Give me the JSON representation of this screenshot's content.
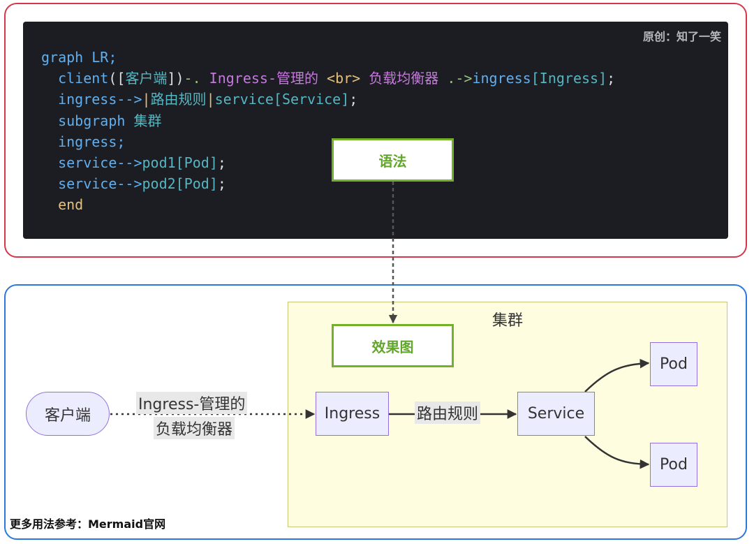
{
  "credit": "原创：知了一笑",
  "code": {
    "line1": "graph LR;",
    "client_kw": "client",
    "client_open": "([",
    "client_text": "客户端",
    "client_close": "])",
    "dotted_start": "-.",
    "ingress_label_a": " Ingress-管理的 ",
    "br_tag": "<br>",
    "ingress_label_b": " 负载均衡器 ",
    "dotted_end": ".->",
    "ingress_id": "ingress",
    "ingress_def": "[Ingress]",
    "semicolon": ";",
    "ingress_arrow": "ingress-->",
    "pipe": "|",
    "route_label": "路由规则",
    "service_def": "service[Service]",
    "subgraph_kw": "subgraph",
    "cluster_name": " 集群",
    "ingress_ref": "ingress;",
    "service_arrow": "service-->",
    "pod1": "pod1[Pod]",
    "pod2": "pod2[Pod]",
    "end_kw": "end"
  },
  "syntax_label": "语法",
  "result_label": "效果图",
  "diagram": {
    "cluster_title": "集群",
    "client": "客户端",
    "ingress": "Ingress",
    "service": "Service",
    "pod_top": "Pod",
    "pod_bottom": "Pod",
    "edge_label_line1": "Ingress-管理的",
    "edge_label_line2": "负载均衡器",
    "route_label": "路由规则"
  },
  "footer_note": "更多用法参考：Mermaid官网"
}
